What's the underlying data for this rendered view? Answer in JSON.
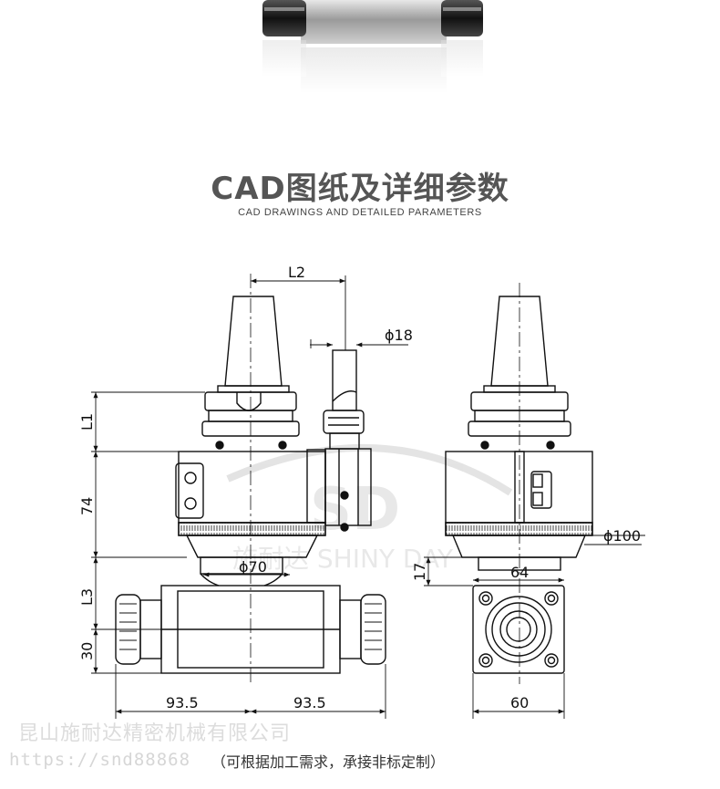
{
  "heading": {
    "title": "CAD图纸及详细参数",
    "subtitle": "CAD DRAWINGS AND DETAILED PARAMETERS"
  },
  "drawing": {
    "dimensions": {
      "l2": "L2",
      "d18": "ϕ18",
      "l1": "L1",
      "h74": "74",
      "l3": "L3",
      "h30": "30",
      "d70": "ϕ70",
      "w93_left": "93.5",
      "w93_right": "93.5",
      "h17": "17",
      "d100": "ϕ100",
      "w64": "64",
      "w60": "60"
    },
    "watermark": {
      "logo_letters": "SD",
      "brand": "施耐达 SHINY DAY"
    }
  },
  "company_watermark": "昆山施耐达精密机械有限公司",
  "url_watermark": "https://snd88868",
  "footer_note": "（可根据加工需求，承接非标定制）"
}
